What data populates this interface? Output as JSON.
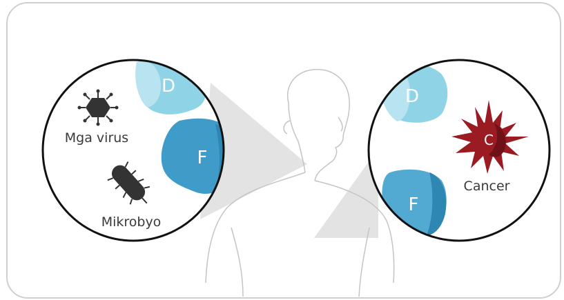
{
  "left_circle": {
    "virus_label": "Mga virus",
    "microbe_label": "Mikrobyo",
    "cell_d_letter": "D",
    "cell_f_letter": "F"
  },
  "right_circle": {
    "cell_d_letter": "D",
    "cell_f_letter": "F",
    "cancer_letter": "C",
    "cancer_label": "Cancer"
  },
  "colors": {
    "cell_d": "#8fd3e6",
    "cell_f": "#3f9cc9",
    "cancer": "#9b1b22",
    "pathogen": "#333333",
    "border": "#c9c9c9"
  }
}
